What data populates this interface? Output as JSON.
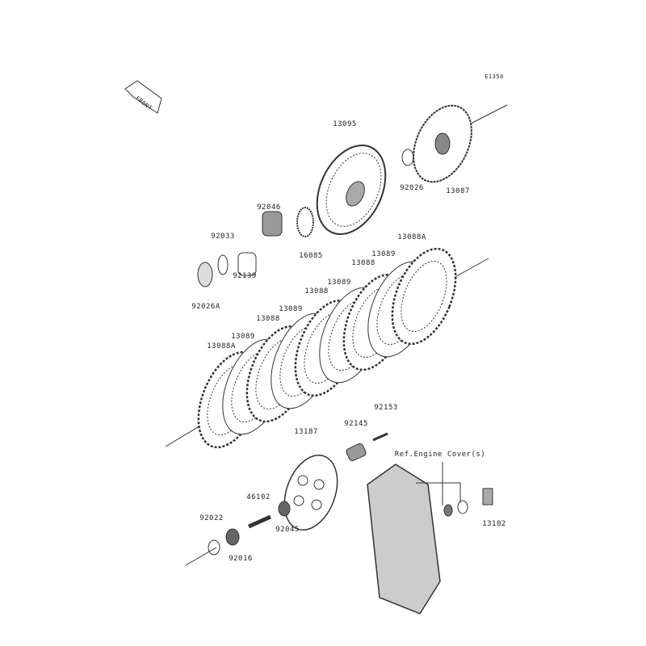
{
  "diagram_code": "E1350",
  "front_marker": "FRONT",
  "part_labels": [
    "13095",
    "92026",
    "13087",
    "92046",
    "92033",
    "16085",
    "13088A",
    "13089",
    "13088",
    "92139",
    "13089",
    "13088",
    "92026A",
    "13089",
    "13088",
    "13089",
    "13088A",
    "92153",
    "92145",
    "13187",
    "Ref.Engine Cover(s)",
    "46102",
    "13102",
    "92022",
    "92045",
    "92016"
  ],
  "colors": {
    "line": "#333333",
    "fill": "#ffffff",
    "shade": "#999999"
  }
}
